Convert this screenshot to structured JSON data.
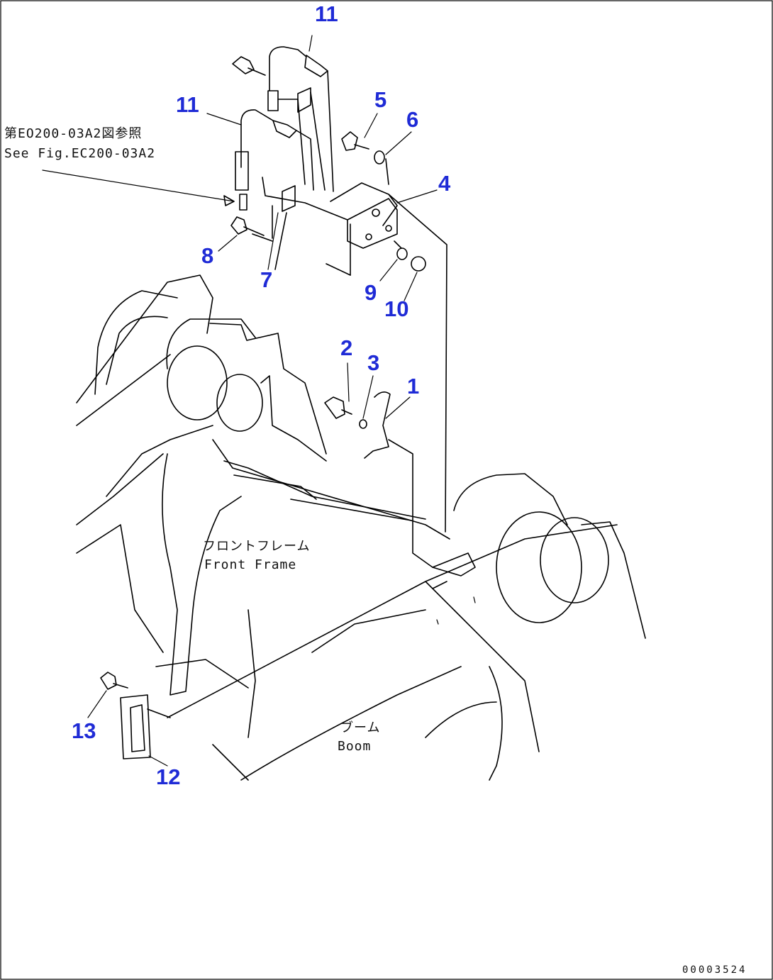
{
  "callouts": {
    "c11_top": "11",
    "c11_mid": "11",
    "c5": "5",
    "c6": "6",
    "c4": "4",
    "c8": "8",
    "c7": "7",
    "c9": "9",
    "c10": "10",
    "c2": "2",
    "c3": "3",
    "c1": "1",
    "c13": "13",
    "c12": "12"
  },
  "reference_note": {
    "jp": "第EO200-03A2図参照",
    "en": "See Fig.EC200-03A2"
  },
  "labels": {
    "front_frame_jp": "フロントフレーム",
    "front_frame_en": "Front Frame",
    "boom_jp": "ブーム",
    "boom_en": "Boom"
  },
  "drawing_code": "00003524",
  "colors": {
    "callout": "#1f2bd6",
    "line": "#000000",
    "background": "#ffffff"
  }
}
